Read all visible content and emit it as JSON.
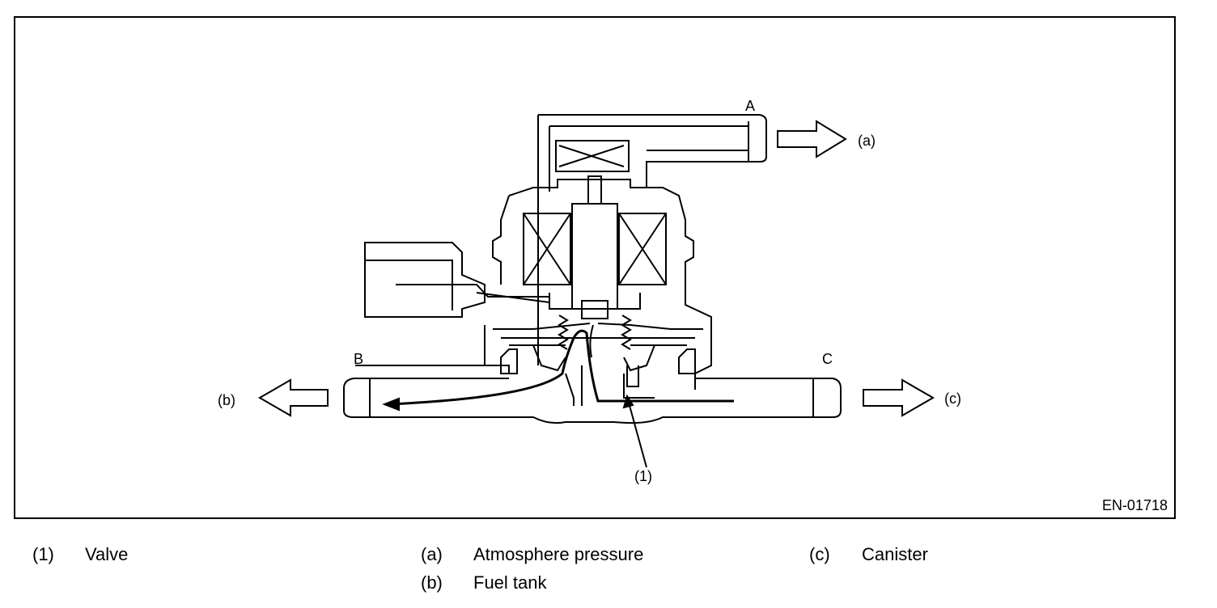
{
  "figure": {
    "code": "EN-01718",
    "ports": {
      "a_port": "A",
      "b_port": "B",
      "c_port": "C"
    },
    "arrow_labels": {
      "a": "(a)",
      "b": "(b)",
      "c": "(c)"
    },
    "callout": "(1)"
  },
  "legend": [
    {
      "key": "(1)",
      "text": "Valve"
    },
    {
      "key": "(a)",
      "text": "Atmosphere pressure"
    },
    {
      "key": "(b)",
      "text": "Fuel tank"
    },
    {
      "key": "(c)",
      "text": "Canister"
    }
  ]
}
